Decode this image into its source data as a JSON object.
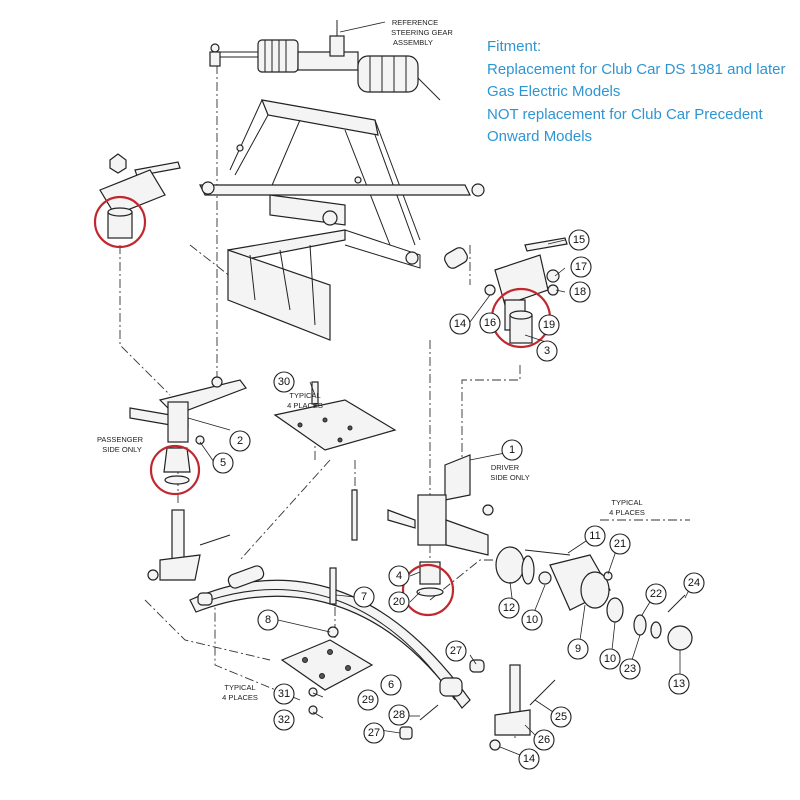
{
  "fitment": {
    "heading": "Fitment:",
    "line1": "Replacement for Club Car DS 1981 and later",
    "line2": "Gas Electric Models",
    "line3": "NOT replacement for Club Car Precedent",
    "line4": "Onward Models"
  },
  "notes": {
    "steering_1": "REFERENCE",
    "steering_2": "STEERING GEAR",
    "steering_3": "ASSEMBLY",
    "passenger_1": "PASSENGER",
    "passenger_2": "SIDE ONLY",
    "driver_1": "DRIVER",
    "driver_2": "SIDE ONLY",
    "typical_top_1": "TYPICAL",
    "typical_top_2": "4 PLACES",
    "typical_right_1": "TYPICAL",
    "typical_right_2": "4 PLACES",
    "typical_bottom_1": "TYPICAL",
    "typical_bottom_2": "4 PLACES"
  },
  "callouts": {
    "c1": "1",
    "c2": "2",
    "c3": "3",
    "c4": "4",
    "c5": "5",
    "c6": "6",
    "c7": "7",
    "c8": "8",
    "c9": "9",
    "c10a": "10",
    "c10b": "10",
    "c11": "11",
    "c12": "12",
    "c13": "13",
    "c14a": "14",
    "c14b": "14",
    "c15": "15",
    "c16": "16",
    "c17": "17",
    "c18": "18",
    "c19": "19",
    "c20": "20",
    "c21": "21",
    "c22": "22",
    "c23": "23",
    "c24": "24",
    "c25": "25",
    "c26": "26",
    "c27a": "27",
    "c27b": "27",
    "c28": "28",
    "c29": "29",
    "c30": "30",
    "c31": "31",
    "c32": "32"
  },
  "colors": {
    "fitment_text": "#2e95d3",
    "highlight_circle": "#c0282f",
    "line_art": "#222222"
  }
}
